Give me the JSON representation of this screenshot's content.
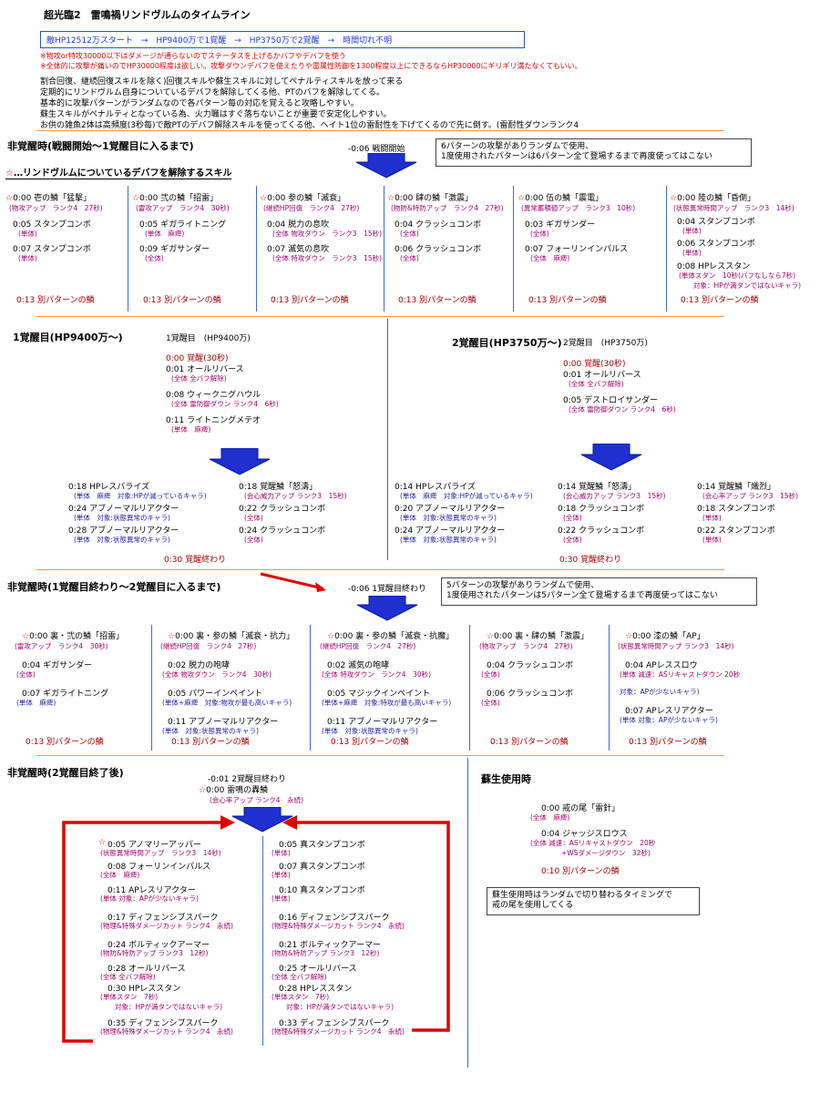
{
  "title": "超光臨2　雷鳴禍リンドヴルムのタイムライン",
  "summary": "敵HP12512万スタート　→　HP9400万で1覚醒　→　HP3750万で2覚醒　→　時間切れ不明",
  "notes_red": [
    "※物攻or特攻30000以下はダメージが通らないのでステータスを上げるかバフやデバフを使う",
    "※全体的に攻撃が痛いのでHP30000程度は欲しい。攻撃ダウンデバフを使えたりや雷属性防御を1300程度以上にできるならHP30000にギリギリ満たなくてもいい。"
  ],
  "notes": [
    "割合回復、継続回復スキルを除く)回復スキルや蘇生スキルに対してペナルティスキルを放って来る",
    "定期的にリンドヴルム自身についているデバフを解除してくる他、PTのバフを解除してくる。",
    "基本的に攻撃パターンがランダムなので各パターン毎の対応を覚えると攻略しやすい。",
    "蘇生スキルがペナルティとなっている為、火力職はすぐ落ちないことが重要で安定化しやすい。",
    "お供の雑魚2体は高頻度(3秒毎)で敵PTのデバフ解除スキルを使ってくる他、ヘイト1位の雷耐性を下げてくるので先に倒す。(雷耐性ダウンランク4"
  ],
  "sec1": {
    "title": "非覚醒時(戦闘開始～1覚醒目に入るまで)",
    "start": "-0:06 戦闘開始",
    "box": [
      "6パターンの攻撃がありランダムで使用、",
      "1度使用されたパターンは6パターン全て登場するまで再度使ってはこない"
    ],
    "legend": "…リンドヴルムについているデバフを解除するスキル",
    "cols": [
      {
        "head": "0:00 壱の鱗「猛撃」",
        "sub": "(物攻アップ　ランク4　27秒)",
        "l1": "0:05 スタンプコンボ",
        "l1s": "(単体)",
        "l2": "0:07 スタンプコンボ",
        "l2s": "(単体)",
        "l3": "",
        "l3s": "",
        "l3s2": "",
        "end": "0:13 別パターンの鱗"
      },
      {
        "head": "0:00 弐の鱗「招雷」",
        "sub": "(雷攻アップ　ランク4　30秒)",
        "l1": "0:05 ギガライトニング",
        "l1s": "(単体　麻痺)",
        "l2": "0:09 ギガサンダー",
        "l2s": "(全体)",
        "l3": "",
        "l3s": "",
        "l3s2": "",
        "end": "0:13 別パターンの鱗"
      },
      {
        "head": "0:00 参の鱗「滅衰」",
        "sub": "(継続HP回復　ランク4　27秒)",
        "l1": "0:04 脱力の息吹",
        "l1s": "(全体 物攻ダウン　ランク3　15秒)",
        "l2": "0:07 滅気の息吹",
        "l2s": "(全体 特攻ダウン　ランク3　15秒)",
        "l3": "",
        "l3s": "",
        "l3s2": "",
        "end": "0:13 別パターンの鱗"
      },
      {
        "head": "0:00 肆の鱗「激震」",
        "sub": "(物防&特防アップ　ランク4　27秒)",
        "l1": "0:04 クラッシュコンボ",
        "l1s": "(全体)",
        "l2": "0:06 クラッシュコンボ",
        "l2s": "(全体)",
        "l3": "",
        "l3s": "",
        "l3s2": "",
        "end": "0:13 別パターンの鱗"
      },
      {
        "head": "0:00 伍の鱗「震電」",
        "sub": "(異常蓄積値アップ　ランク3　10秒)",
        "l1": "0:03 ギガサンダー",
        "l1s": "(全体)",
        "l2": "0:07 フォーリンインパルス",
        "l2s": "(全体　麻痺)",
        "l3": "",
        "l3s": "",
        "l3s2": "",
        "end": "0:13 別パターンの鱗"
      },
      {
        "head": "0:00 陸の鱗「昏倒」",
        "sub": "(状態異常時間アップ　ランク3　14秒)",
        "l1": "0:04 スタンプコンボ",
        "l1s": "(単体)",
        "l2": "0:06 スタンプコンボ",
        "l2s": "(単体)",
        "l3": "0:08 HPレススタン",
        "l3s": "(単体スタン　10秒(バフなしなら7秒)",
        "l3s2": "対象：HPが満タンではないキャラ)",
        "end": "0:13 別パターンの鱗"
      }
    ]
  },
  "sec2": {
    "title1": "1覚醒目(HP9400万～)",
    "head1": "1覚醒目　(HP9400万)",
    "a1": [
      "0:00 覚醒(30秒)",
      "0:01 オールリバース",
      "(全体 全バフ解除)",
      "0:08 ウィークニグハウル",
      "(全体 雷防御ダウン ランク4　6秒)",
      "0:11 ライトニングメテオ",
      "(単体　麻痺)"
    ],
    "title2": "2覚醒目(HP3750万～)",
    "head2": "2覚醒目　(HP3750万)",
    "a2": [
      "0:00 覚醒(30秒)",
      "0:01 オールリバース",
      "(全体 全バフ解除)",
      "0:05 デストロイサンダー",
      "(全体 雷防御ダウン ランク4　6秒)"
    ],
    "c1": [
      "0:18 HPレスパライズ",
      "(単体　麻痺　対象:HPが減っているキャラ)",
      "0:24 アブノーマルリアクター",
      "(単体　対象:状態異常のキャラ)",
      "0:28 アブノーマルリアクター",
      "(単体　対象:状態異常のキャラ)"
    ],
    "c2": [
      "0:18 覚醒鱗「怒濤」",
      "(会心威力アップ ランク3　15秒)",
      "0:22 クラッシュコンボ",
      "(全体)",
      "0:24 クラッシュコンボ",
      "(全体)"
    ],
    "end1": "0:30 覚醒終わり",
    "c3": [
      "0:14 HPレスパライズ",
      "(単体　麻痺　対象:HPが減っているキャラ)",
      "0:20 アブノーマルリアクター",
      "(単体　対象:状態異常のキャラ)",
      "0:24 アブノーマルリアクター",
      "(単体　対象:状態異常のキャラ)"
    ],
    "c4": [
      "0:14 覚醒鱗「怒濤」",
      "(会心威力アップ ランク3　15秒)",
      "0:18 クラッシュコンボ",
      "(全体)",
      "0:22 クラッシュコンボ",
      "(全体)"
    ],
    "c5": [
      "0:14 覚醒鱗「熾烈」",
      "(会心率アップ ランク3　15秒)",
      "0:18 スタンプコンボ",
      "(単体)",
      "0:22 スタンプコンボ",
      "(単体)"
    ],
    "end2": "0:30 覚醒終わり"
  },
  "sec3": {
    "title": "非覚醒時(1覚醒目終わり～2覚醒目に入るまで)",
    "start": "-0:06 1覚醒目終わり",
    "box": [
      "5パターンの攻撃がありランダムで使用、",
      "1度使用されたパターンは5パターン全て登場するまで再度使ってはこない"
    ],
    "cols": [
      [
        "0:00 裏・弐の鱗「招雷」",
        "(雷攻アップ　ランク4　30秒)",
        "0:04 ギガサンダー",
        "(全体)",
        "0:07 ギガライトニング",
        "(単体　麻痺)",
        "0:13 別パターンの鱗"
      ],
      [
        "0:00 裏・参の鱗「滅衰・抗力」",
        "(継続HP回復　ランク4　27秒)",
        "0:02 脱力の咆哮",
        "(全体 物攻ダウン　ランク4　30秒)",
        "0:05 パワーインペイント",
        "(単体+麻痺　対象:物攻が最も高いキャラ)",
        "0:11 アブノーマルリアクター",
        "(単体　対象:状態異常のキャラ)",
        "0:13 別パターンの鱗"
      ],
      [
        "0:00 裏・参の鱗「滅衰・抗魔」",
        "(継続HP回復　ランク4　27秒)",
        "0:02 滅気の咆哮",
        "(全体 特攻ダウン　ランク4　30秒)",
        "0:05 マジックインペイント",
        "(単体+麻痺　対象:特攻が最も高いキャラ)",
        "0:11 アブノーマルリアクター",
        "(単体　対象:状態異常のキャラ)",
        "0:13 別パターンの鱗"
      ],
      [
        "0:00 裏・肆の鱗「激震」",
        "(物攻アップ　ランク4　27秒)",
        "0:04 クラッシュコンボ",
        "(全体)",
        "0:06 クラッシュコンボ",
        "(全体)",
        "0:13 別パターンの鱗"
      ],
      [
        "0:00 漆の鱗「AP」",
        "(状態異常時間アップ ランク3　14秒)",
        "0:04 APレススロウ",
        "(単体 減速：ASリキャストダウン 20秒",
        "対象：APが少ないキャラ)",
        "0:07 APレスリアクター",
        "(単体 対象：APが少ないキャラ)",
        "0:13 別パターンの鱗"
      ]
    ]
  },
  "sec4": {
    "title": "非覚醒時(2覚醒目終了後)",
    "start": "-0:01 2覚醒目終わり",
    "first": "0:00 雷鳴の轟鱗",
    "first_sub": "(会心率アップ ランク4　永続)",
    "left": [
      [
        "0:05 アノマリーアッパー",
        "(状態異常時間アップ　ランク3　14秒)"
      ],
      [
        "0:08 フォーリンインパルス",
        "(全体　麻痺)"
      ],
      [
        "0:11 APレスリアクター",
        "(単体 対象：APが少ないキャラ)"
      ],
      [
        "0:17 ディフェンシブスパーク",
        "(物理&特殊ダメージカット ランク4　永続)"
      ],
      [
        "0:24 ボルティックアーマー",
        "(物防&特防アップ ランク3　12秒)"
      ],
      [
        "0:28 オールリバース",
        "(全体 全バフ解除)"
      ],
      [
        "0:30 HPレススタン",
        "(単体スタン　7秒)",
        "対象：HPが満タンではないキャラ)"
      ],
      [
        "0:35 ディフェンシブスパーク",
        "(物理&特殊ダメージカット ランク4　永続)"
      ]
    ],
    "right": [
      [
        "0:05 真スタンプコンボ",
        "(単体)"
      ],
      [
        "0:07 真スタンプコンボ",
        "(単体)"
      ],
      [
        "0:10 真スタンプコンボ",
        "(単体)"
      ],
      [
        "0:16 ディフェンシブスパーク",
        "(物理&特殊ダメージカット ランク4　永続)"
      ],
      [
        "0:21 ボルティックアーマー",
        "(物防&特防アップ ランク3　12秒)"
      ],
      [
        "0:25 オールリバース",
        "(全体 全バフ解除)"
      ],
      [
        "0:28 HPレススタン",
        "(単体スタン　7秒)",
        "対象：HPが満タンではないキャラ)"
      ],
      [
        "0:33 ディフェンシブスパーク",
        "(物理&特殊ダメージカット ランク4　永続)"
      ]
    ]
  },
  "sec5": {
    "title": "蘇生使用時",
    "lines": [
      "0:00 戒の尾「雷針」",
      "(全体　麻痺)",
      "0:04 ジャッジスロウス",
      "(全体 減速：ASリキャストダウン　20秒",
      "+WSダメージダウン　32秒)",
      "0:10 別パターンの鱗"
    ],
    "box": [
      "蘇生使用時はランダムで切り替わるタイミングで",
      "戒の尾を使用してくる"
    ]
  },
  "colors": {
    "accent_blue": "#1f2fd0",
    "divider": "#f29a4a",
    "red": "#e00000",
    "purple": "#a0006a"
  }
}
